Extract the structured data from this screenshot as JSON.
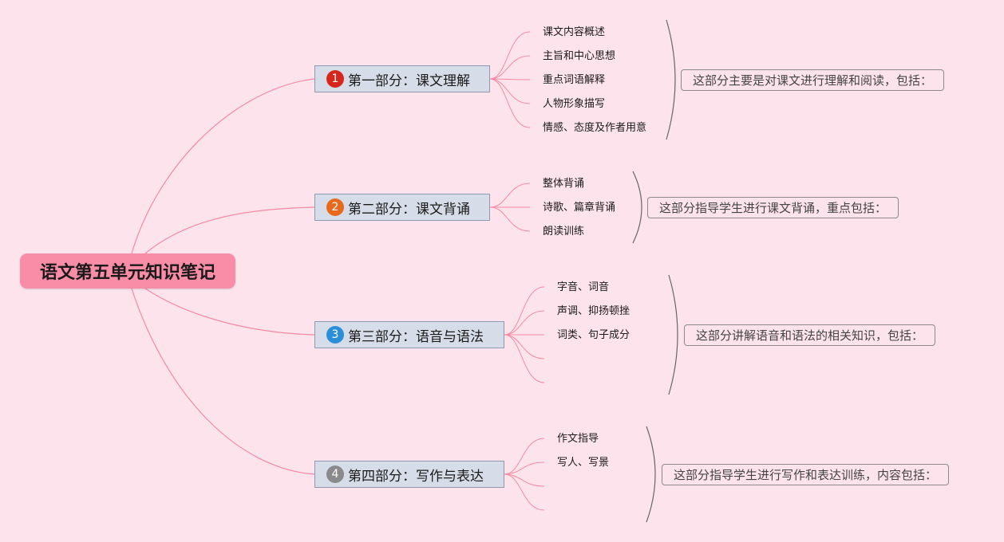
{
  "root": {
    "title": "语文第五单元知识笔记"
  },
  "branches": [
    {
      "number": "1",
      "badge_color": "#d7261c",
      "title": "第一部分：课文理解",
      "leaves": [
        "课文内容概述",
        "主旨和中心思想",
        "重点词语解释",
        "人物形象描写",
        "情感、态度及作者用意"
      ],
      "summary": "这部分主要是对课文进行理解和阅读，包括："
    },
    {
      "number": "2",
      "badge_color": "#e86a1d",
      "title": "第二部分：课文背诵",
      "leaves": [
        "整体背诵",
        "诗歌、篇章背诵",
        "朗读训练"
      ],
      "summary": "这部分指导学生进行课文背诵，重点包括："
    },
    {
      "number": "3",
      "badge_color": "#2a8fd8",
      "title": "第三部分：语音与语法",
      "leaves": [
        "字音、词音",
        "声调、抑扬顿挫",
        "词类、句子成分",
        "",
        ""
      ],
      "summary": "这部分讲解语音和语法的相关知识，包括："
    },
    {
      "number": "4",
      "badge_color": "#8a8a8a",
      "title": "第四部分：写作与表达",
      "leaves": [
        "作文指导",
        "写人、写景",
        "",
        ""
      ],
      "summary": "这部分指导学生进行写作和表达训练，内容包括："
    }
  ],
  "colors": {
    "background": "#fde4ec",
    "root_fill": "#f98ca6",
    "branch_fill": "#d7dde8",
    "link": "#f48aa5"
  }
}
